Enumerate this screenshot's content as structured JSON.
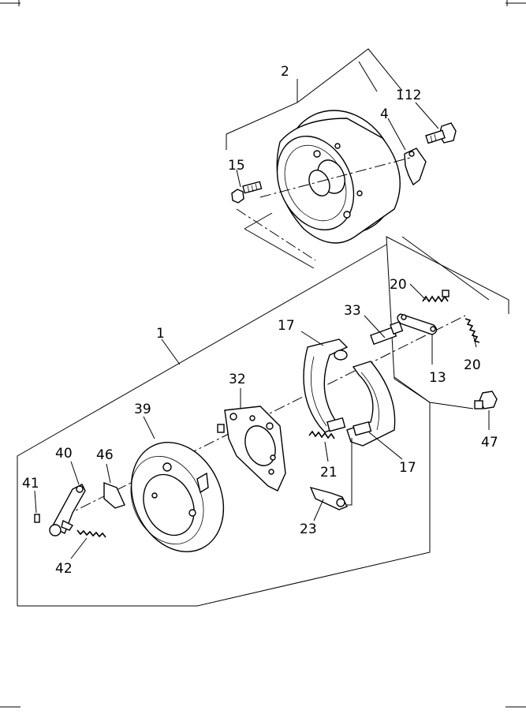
{
  "diagram": {
    "callouts": [
      {
        "id": "c2",
        "label": "2"
      },
      {
        "id": "c112",
        "label": "112"
      },
      {
        "id": "c4",
        "label": "4"
      },
      {
        "id": "c15",
        "label": "15"
      },
      {
        "id": "c1",
        "label": "1"
      },
      {
        "id": "c20a",
        "label": "20"
      },
      {
        "id": "c33",
        "label": "33"
      },
      {
        "id": "c17a",
        "label": "17"
      },
      {
        "id": "c20b",
        "label": "20"
      },
      {
        "id": "c13",
        "label": "13"
      },
      {
        "id": "c32",
        "label": "32"
      },
      {
        "id": "c39",
        "label": "39"
      },
      {
        "id": "c47",
        "label": "47"
      },
      {
        "id": "c40",
        "label": "40"
      },
      {
        "id": "c46",
        "label": "46"
      },
      {
        "id": "c41",
        "label": "41"
      },
      {
        "id": "c21",
        "label": "21"
      },
      {
        "id": "c17b",
        "label": "17"
      },
      {
        "id": "c23",
        "label": "23"
      },
      {
        "id": "c42",
        "label": "42"
      }
    ]
  }
}
